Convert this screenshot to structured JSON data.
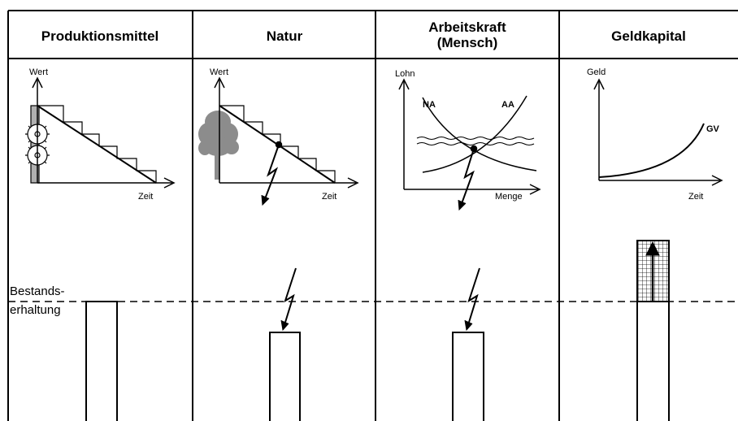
{
  "columns": [
    {
      "header": "Produktionsmittel",
      "ylabel": "Wert",
      "xlabel": "Zeit"
    },
    {
      "header": "Natur",
      "ylabel": "Wert",
      "xlabel": "Zeit"
    },
    {
      "header_line1": "Arbeitskraft",
      "header_line2": "(Mensch)",
      "ylabel": "Lohn",
      "xlabel": "Menge",
      "curve_left": "NA",
      "curve_right": "AA"
    },
    {
      "header": "Geldkapital",
      "ylabel": "Geld",
      "xlabel": "Zeit",
      "curve": "GV"
    }
  ],
  "baseline": {
    "line1": "Bestands-",
    "line2": "erhaltung"
  },
  "colors": {
    "line": "#000000",
    "tree": "#8c8c8c",
    "shade": "#b0b0b0"
  }
}
